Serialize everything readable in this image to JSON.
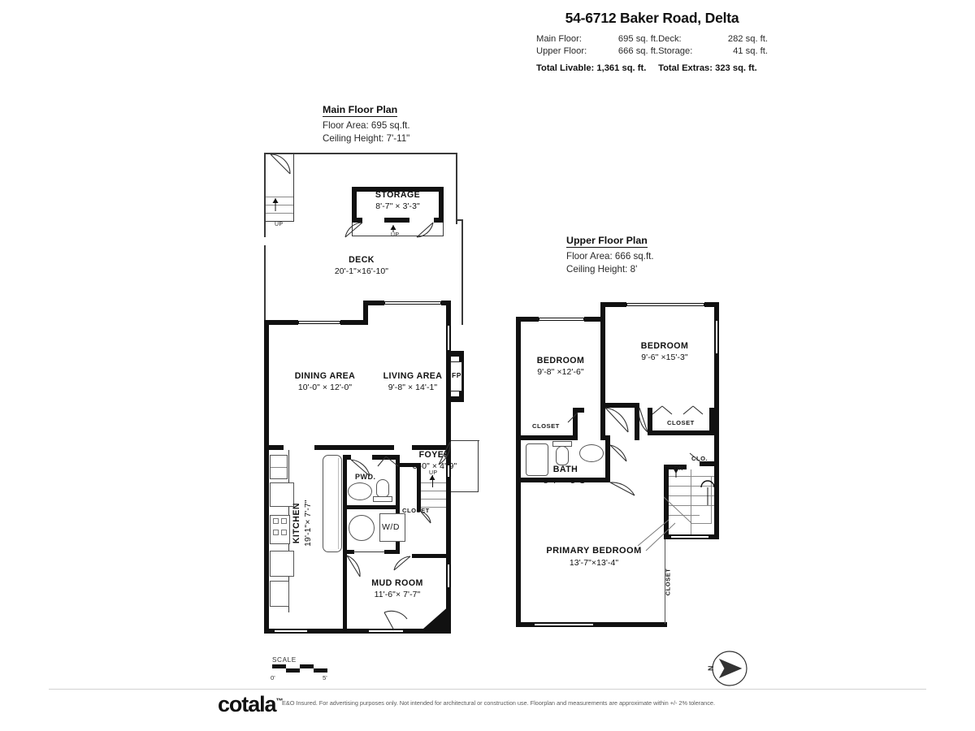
{
  "header": {
    "title": "54-6712 Baker Road, Delta",
    "summary_rows": [
      {
        "label": "Main Floor:",
        "value": "695 sq. ft.",
        "label2": "Deck:",
        "value2": "282 sq. ft."
      },
      {
        "label": "Upper Floor:",
        "value": "666 sq. ft.",
        "label2": "Storage:",
        "value2": "41 sq. ft."
      }
    ],
    "total_livable": "Total Livable: 1,361 sq. ft.",
    "total_extras": "Total Extras: 323 sq. ft."
  },
  "main_floor": {
    "title": "Main Floor Plan",
    "floor_area": "Floor Area: 695 sq.ft.",
    "ceiling_height": "Ceiling Height: 7'-11\"",
    "rooms": [
      {
        "name": "STORAGE",
        "dim": "8'-7\" ×  3'-3\""
      },
      {
        "name": "DECK",
        "dim": "20'-1\"×16'-10\""
      },
      {
        "name": "DINING AREA",
        "dim": "10'-0\" × 12'-0\""
      },
      {
        "name": "LIVING AREA",
        "dim": "9'-8\" × 14'-1\""
      },
      {
        "name": "FOYER",
        "dim": "3'-0\" ×  4'-9\""
      },
      {
        "name": "KITCHEN",
        "dim": "19'-1\"× 7'-7\""
      },
      {
        "name": "MUD ROOM",
        "dim": "11'-6\"× 7'-7\""
      }
    ],
    "tags": {
      "fireplace": "FP",
      "powder": "PWD.",
      "closet": "CLOSET",
      "washer_dryer": "W/D",
      "stair_up_deck": "UP",
      "stair_up_storage": "UP",
      "stair_up_foyer": "UP"
    }
  },
  "upper_floor": {
    "title": "Upper Floor Plan",
    "floor_area": "Floor Area: 666 sq.ft.",
    "ceiling_height": "Ceiling Height: 8'",
    "rooms": [
      {
        "name": "BEDROOM",
        "dim": "9'-8\" ×12'-6\""
      },
      {
        "name": "BEDROOM",
        "dim": "9'-6\" ×15'-3\""
      },
      {
        "name": "BATH",
        "dim": "8'-7\" ×  5'-1\""
      },
      {
        "name": "PRIMARY BEDROOM",
        "dim": "13'-7\"×13'-4\""
      }
    ],
    "tags": {
      "closet_left": "CLOSET",
      "closet_right": "CLOSET",
      "closet_small": "CLO.",
      "closet_primary": "CLOSET",
      "stair_down": "DN"
    }
  },
  "footer": {
    "scale_word": "SCALE",
    "scale_start": "0'",
    "scale_end": "5'",
    "compass_letter": "N",
    "brand": "cotala",
    "brand_tm": "™",
    "disclaimer": "E&O Insured. For advertising purposes only. Not intended for architectural or construction use. Floorplan and measurements are approximate within +/- 2% tolerance."
  }
}
